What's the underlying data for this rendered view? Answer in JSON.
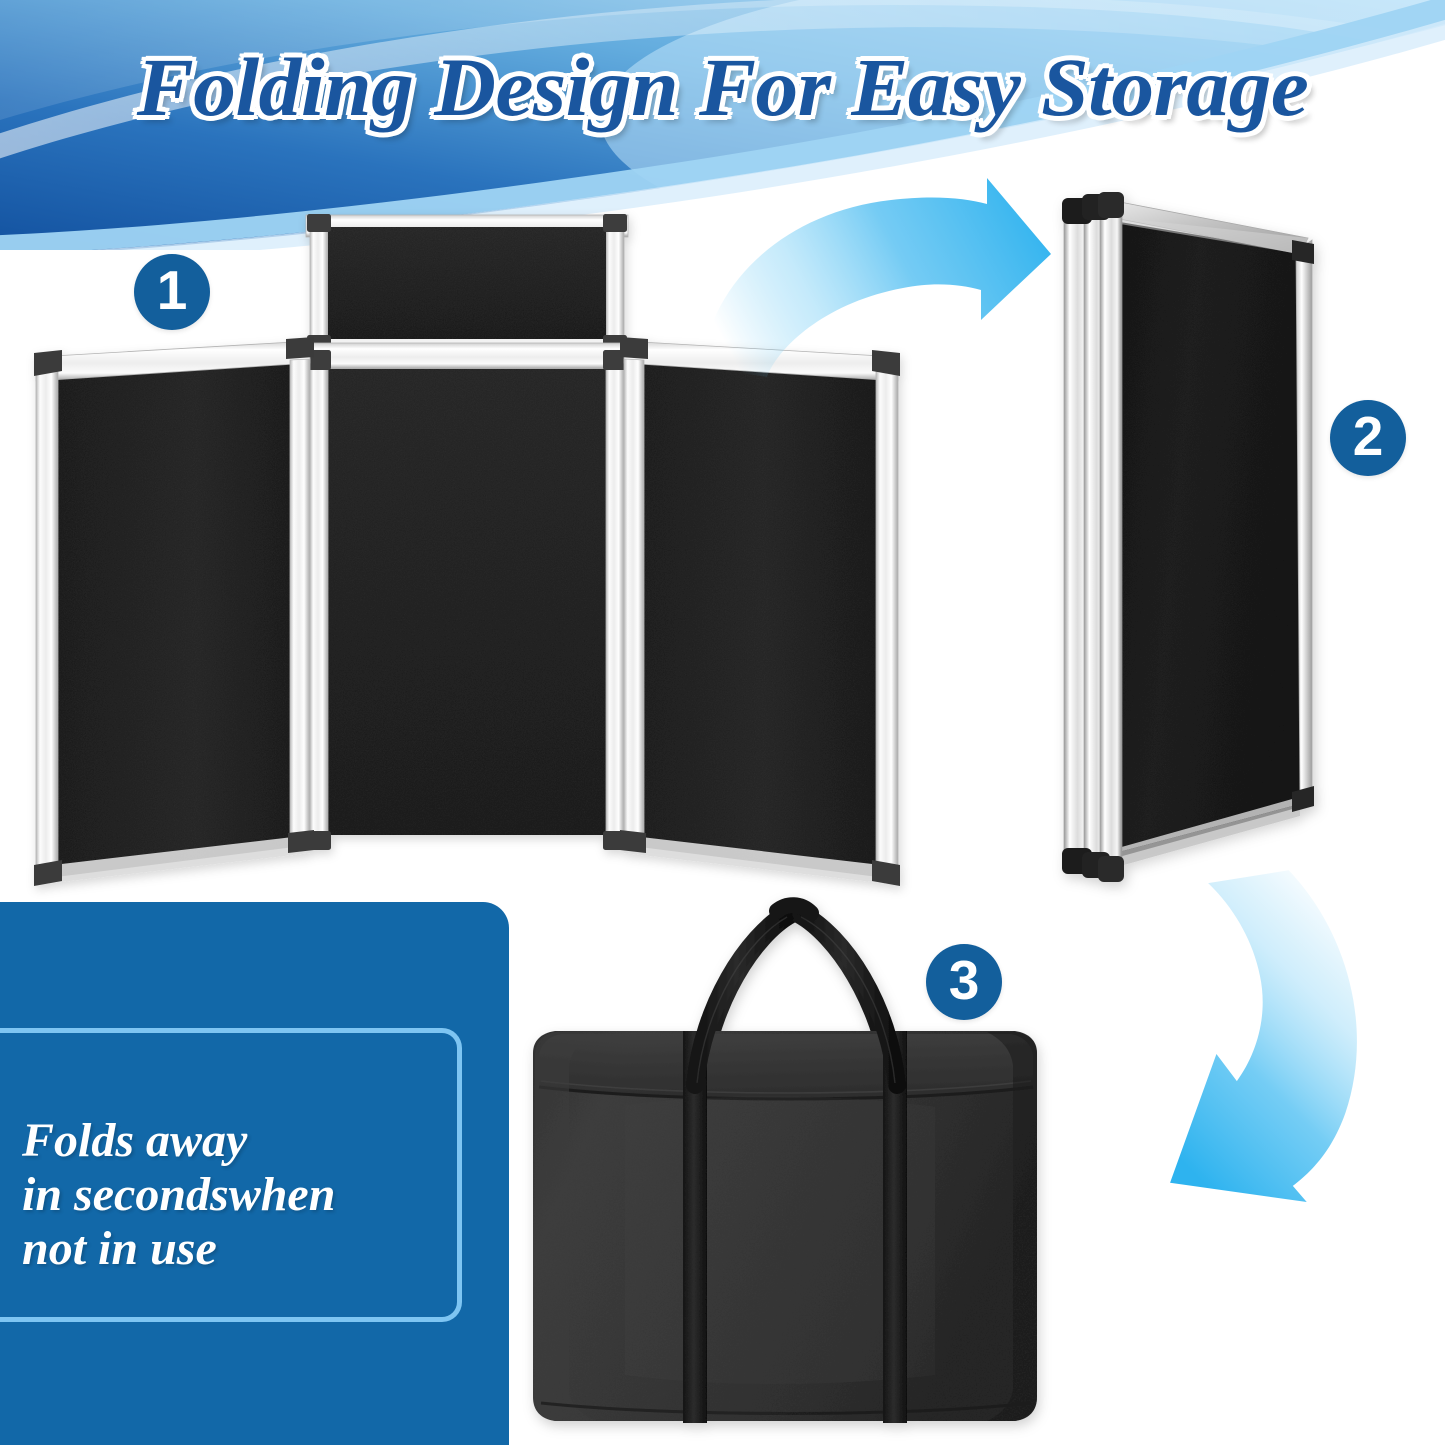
{
  "header": {
    "title": "Folding Design For Easy Storage",
    "bg_color_dark": "#1c5fa8",
    "bg_color_light": "#8fd0f5",
    "title_color": "#1a569f",
    "title_outline_color": "#ffffff"
  },
  "steps": [
    {
      "number": "1",
      "name": "open-display-board",
      "badge_color": "#135f9c"
    },
    {
      "number": "2",
      "name": "folded-display-board",
      "badge_color": "#135f9c"
    },
    {
      "number": "3",
      "name": "carrying-bag",
      "badge_color": "#135f9c"
    }
  ],
  "info_panel": {
    "line1": "Folds away",
    "line2": "in secondswhen",
    "line3": "not in use",
    "bg_color": "#1268a8",
    "border_color": "#7ec5f2",
    "text_color": "#ffffff"
  },
  "arrows": [
    {
      "name": "arrow-step1-to-step2",
      "direction": "right-down",
      "color": "#3fb9f0"
    },
    {
      "name": "arrow-step2-to-step3",
      "direction": "down-left",
      "color": "#3fb9f0"
    }
  ],
  "product": {
    "board_panel_color": "#1a1a1a",
    "frame_color": "#e8e8e8",
    "corner_cap_color": "#3a3a3a",
    "bag_color": "#2b2b2b",
    "bag_strap_color": "#111111",
    "panels_open": 3,
    "header_panels": 1,
    "folded_spines": 3,
    "bag_handles": 2,
    "bag_straps": 2
  }
}
